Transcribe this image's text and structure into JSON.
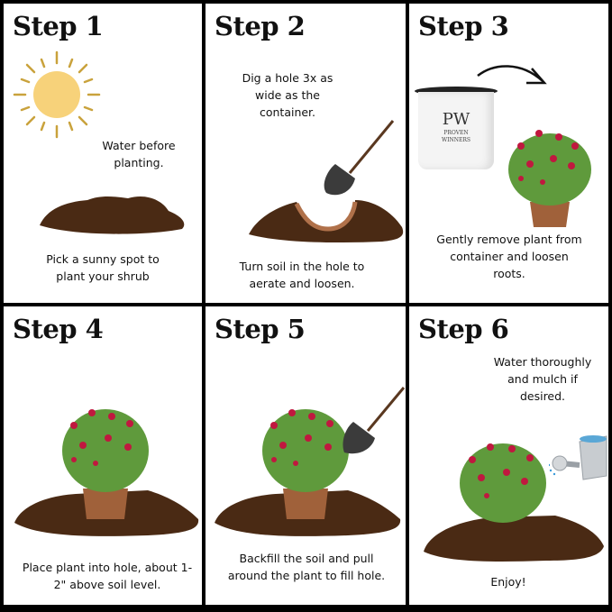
{
  "steps": [
    {
      "title": "Step 1",
      "note": "Water before planting.",
      "caption": "Pick a sunny spot to plant your shrub",
      "icons": [
        "sun-icon",
        "soil-mound-icon"
      ]
    },
    {
      "title": "Step 2",
      "note": "Dig a hole 3x as wide as the container.",
      "caption": "Turn soil in the hole to aerate and loosen.",
      "icons": [
        "shovel-icon",
        "soil-hole-icon"
      ]
    },
    {
      "title": "Step 3",
      "note": "",
      "caption": "Gently remove plant from container and loosen roots.",
      "icons": [
        "arrow-icon",
        "pot-icon",
        "shrub-icon"
      ],
      "pot_brand": {
        "logo": "PW",
        "line1": "PROVEN",
        "line2": "WINNERS"
      }
    },
    {
      "title": "Step 4",
      "note": "",
      "caption": "Place plant into hole, about 1-2\" above soil level.",
      "icons": [
        "shrub-icon",
        "soil-mound-icon"
      ]
    },
    {
      "title": "Step 5",
      "note": "",
      "caption": "Backfill the soil and pull around the plant to fill hole.",
      "icons": [
        "shrub-icon",
        "shovel-icon",
        "soil-mound-icon"
      ]
    },
    {
      "title": "Step 6",
      "note": "Water thoroughly and mulch if desired.",
      "caption": "Enjoy!",
      "icons": [
        "shrub-icon",
        "watering-can-icon",
        "soil-mound-icon"
      ]
    }
  ],
  "colors": {
    "soil": "#4a2a14",
    "sun": "#f7d27a",
    "sun_rays": "#c9a23c",
    "foliage": "#5f9a3c",
    "flower": "#c0183f",
    "border": "#000000"
  }
}
